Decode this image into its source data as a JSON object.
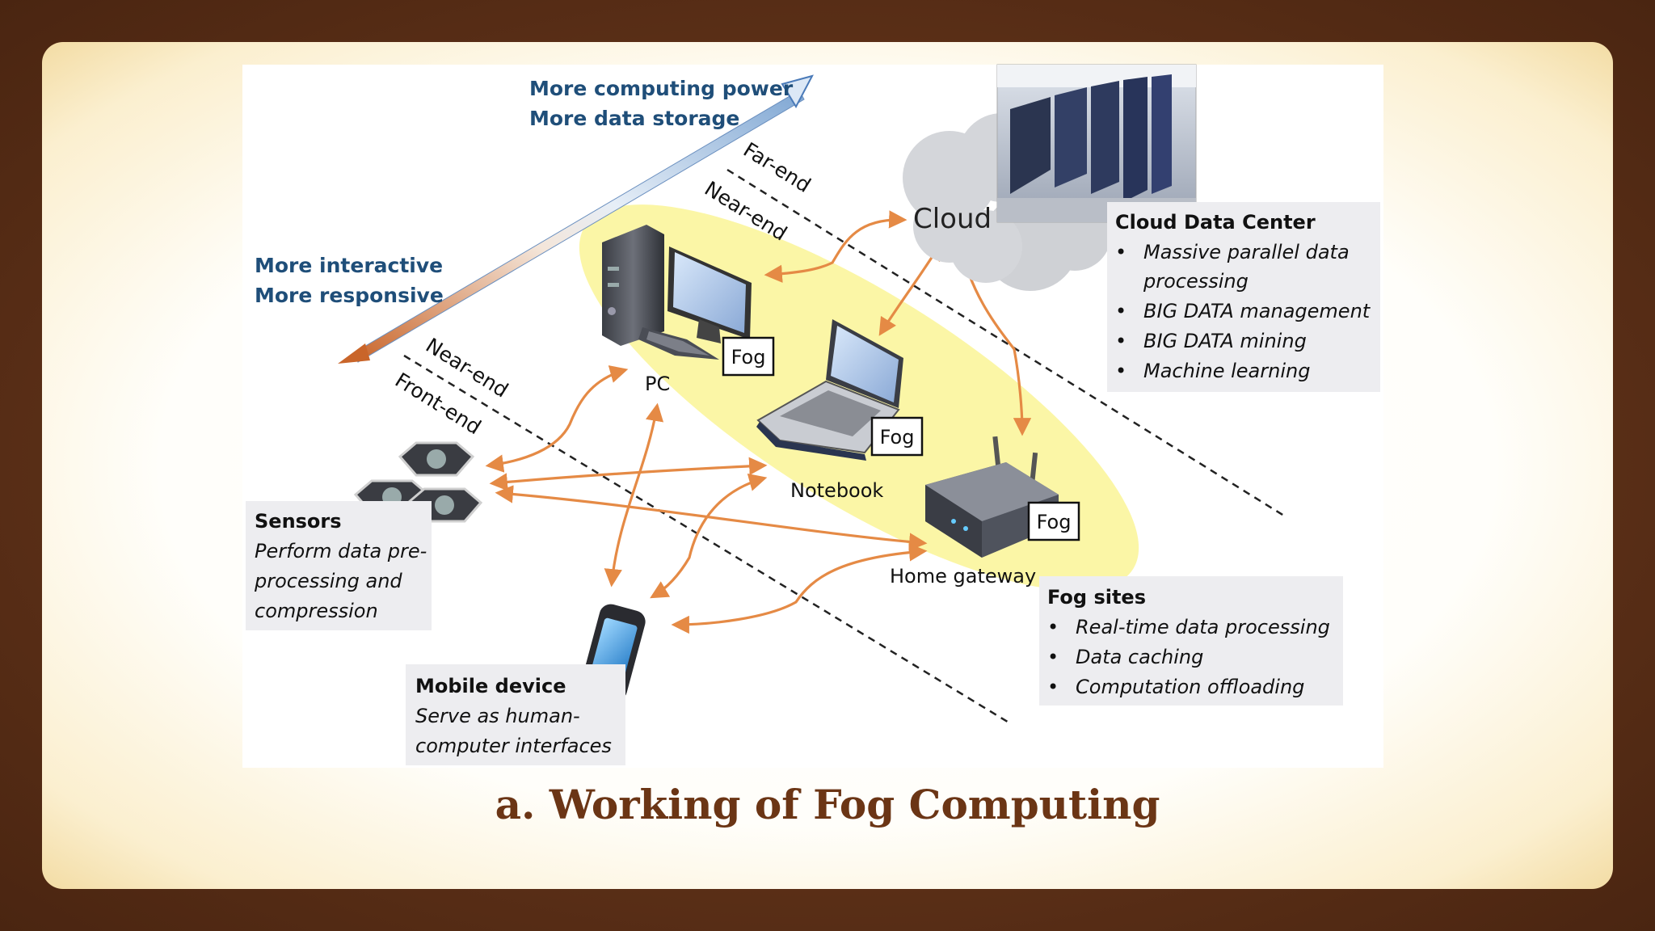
{
  "axis": {
    "top": [
      "More computing power",
      "More data storage"
    ],
    "bottom": [
      "More interactive",
      "More responsive"
    ]
  },
  "boundaries": {
    "upper": [
      "Far-end",
      "Near-end"
    ],
    "lower": [
      "Near-end",
      "Front-end"
    ]
  },
  "nodes": {
    "cloud": "Cloud",
    "pc": "PC",
    "notebook": "Notebook",
    "gateway": "Home gateway",
    "fog_tag": "Fog"
  },
  "cloud_box": {
    "title": "Cloud Data Center",
    "items": [
      "Massive parallel data",
      "processing",
      "BIG DATA management",
      "BIG DATA mining",
      "Machine learning"
    ]
  },
  "fog_box": {
    "title": "Fog sites",
    "items": [
      "Real-time data processing",
      "Data caching",
      "Computation offloading"
    ]
  },
  "sensors_box": {
    "title": "Sensors",
    "lines": [
      "Perform data pre-",
      "processing and",
      "compression"
    ]
  },
  "mobile_box": {
    "title": "Mobile device",
    "lines": [
      "Serve as human-",
      "computer interfaces"
    ]
  },
  "caption": "a. Working of Fog Computing",
  "colors": {
    "arrow": "#e58a45",
    "axis_text": "#1f4e79",
    "fog_zone": "#fbf59c",
    "caption": "#6b3515"
  }
}
